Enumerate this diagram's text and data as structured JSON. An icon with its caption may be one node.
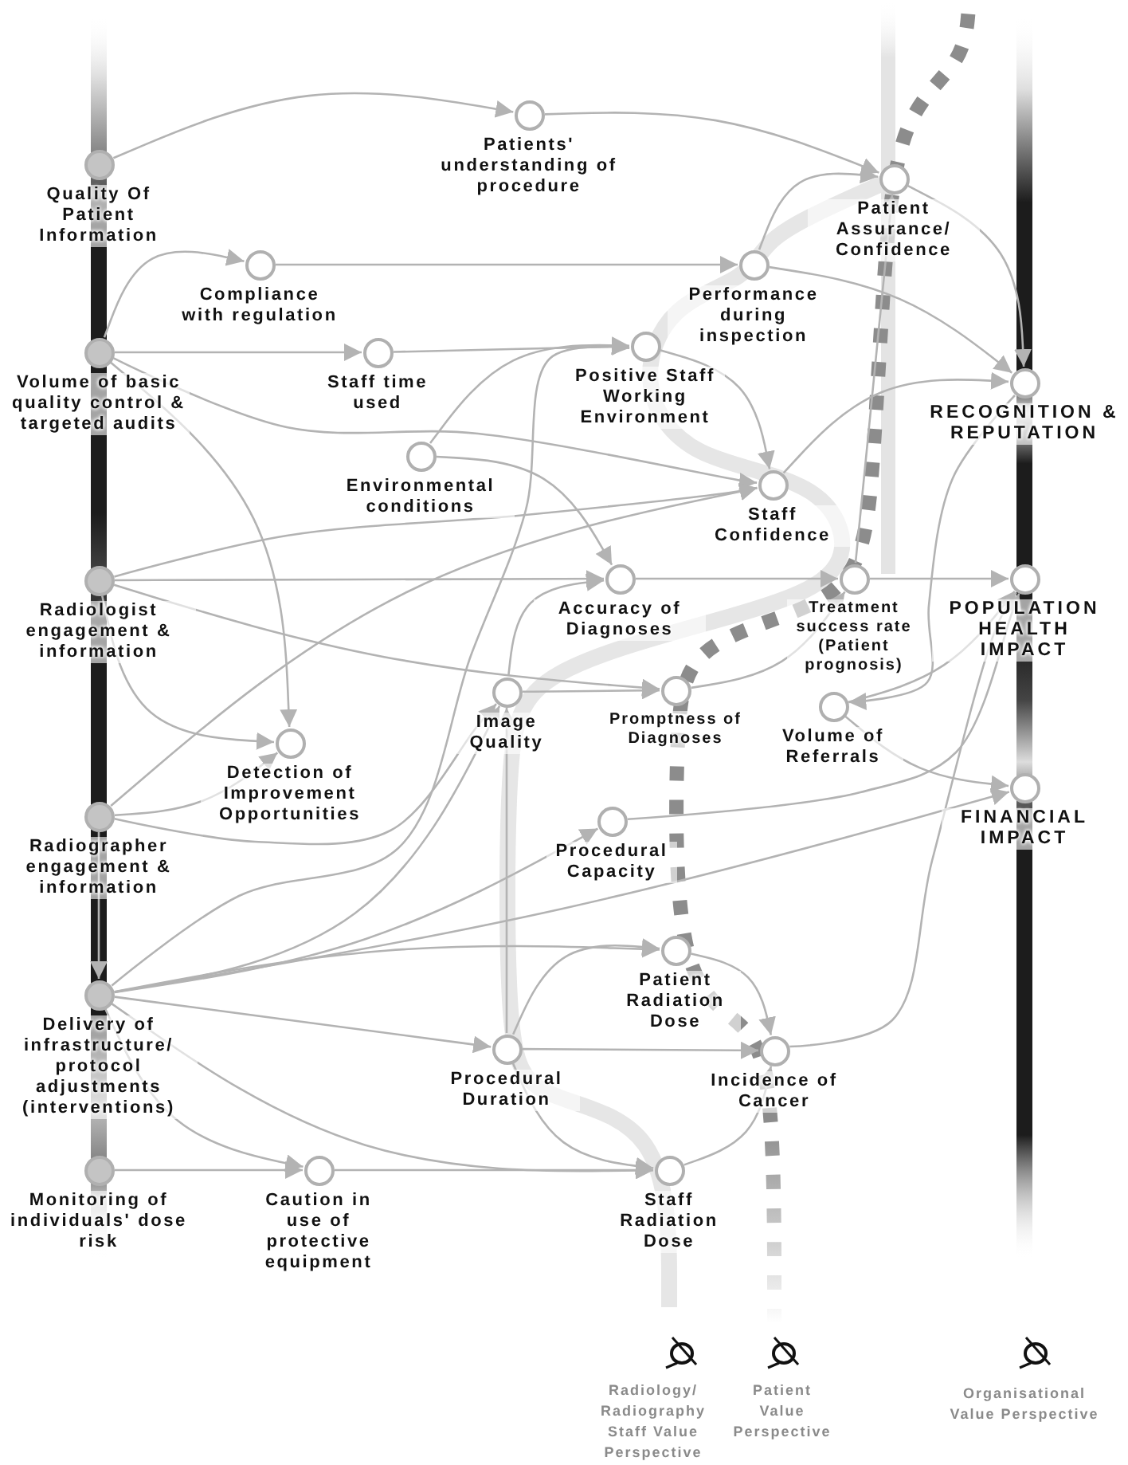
{
  "diagram": {
    "nodes": [
      {
        "text": [
          "Quality Of Patient Information"
        ]
      },
      {
        "text": [
          "Patients' understanding of procedure"
        ]
      },
      {
        "text": [
          "Patient Assurance/ Confidence"
        ]
      },
      {
        "text": [
          "Compliance with regulation"
        ]
      },
      {
        "text": [
          "Performance during inspection"
        ]
      },
      {
        "text": [
          "Volume of basic quality control & targeted audits"
        ]
      },
      {
        "text": [
          "Staff time used"
        ]
      },
      {
        "text": [
          "Positive Staff Working Environment"
        ]
      },
      {
        "text": [
          "RECOGNITION & REPUTATION"
        ]
      },
      {
        "text": [
          "Environmental conditions"
        ]
      },
      {
        "text": [
          "Staff Confidence"
        ]
      },
      {
        "text": [
          "Radiologist engagement & information"
        ]
      },
      {
        "text": [
          "Accuracy of Diagnoses"
        ]
      },
      {
        "text": [
          "Treatment success rate (Patient prognosis)"
        ]
      },
      {
        "text": [
          "POPULATION HEALTH IMPACT"
        ]
      },
      {
        "text": [
          "Image Quality"
        ]
      },
      {
        "text": [
          "Promptness of Diagnoses"
        ]
      },
      {
        "text": [
          "Volume of Referrals"
        ]
      },
      {
        "text": [
          "Detection of Improvement Opportunities"
        ]
      },
      {
        "text": [
          "Radiographer engagement & information"
        ]
      },
      {
        "text": [
          "FINANCIAL IMPACT"
        ]
      },
      {
        "text": [
          "Procedural Capacity"
        ]
      },
      {
        "text": [
          "Patient Radiation Dose"
        ]
      },
      {
        "text": [
          "Delivery of infrastructure/ protocol adjustments (interventions)"
        ]
      },
      {
        "text": [
          "Procedural Duration"
        ]
      },
      {
        "text": [
          "Incidence of Cancer"
        ]
      },
      {
        "text": [
          "Monitoring of individuals' dose risk"
        ]
      },
      {
        "text": [
          "Caution in use of protective equipment"
        ]
      },
      {
        "text": [
          "Staff Radiation Dose"
        ]
      }
    ],
    "edges": [
      {
        "from": 0,
        "to": 1,
        "arrow": "to"
      },
      {
        "from": 1,
        "to": 2,
        "arrow": "to"
      },
      {
        "from": 5,
        "to": 3,
        "arrow": "to"
      },
      {
        "from": 3,
        "to": 4,
        "arrow": "to"
      },
      {
        "from": 5,
        "to": 6,
        "arrow": "to"
      },
      {
        "from": 6,
        "to": 7,
        "arrow": "to"
      },
      {
        "from": 4,
        "to": 2,
        "arrow": "to"
      },
      {
        "from": 4,
        "to": 8,
        "arrow": "to"
      },
      {
        "from": 2,
        "to": 8,
        "arrow": "to"
      },
      {
        "from": 7,
        "to": 10,
        "arrow": "to"
      },
      {
        "from": 10,
        "to": 8,
        "arrow": "to"
      },
      {
        "from": 13,
        "to": 2,
        "arrow": "to"
      },
      {
        "from": 12,
        "to": 13,
        "arrow": "to"
      },
      {
        "from": 13,
        "to": 14,
        "arrow": "to"
      },
      {
        "from": 8,
        "to": 17,
        "arrow": "to"
      },
      {
        "from": 17,
        "to": 14,
        "arrow": "to"
      },
      {
        "from": 17,
        "to": 20,
        "arrow": "to"
      },
      {
        "from": 16,
        "to": 13,
        "arrow": "to"
      },
      {
        "from": 21,
        "to": 14,
        "arrow": "to"
      },
      {
        "from": 25,
        "to": 14,
        "arrow": "to"
      },
      {
        "from": 23,
        "to": 20,
        "arrow": "to"
      },
      {
        "from": 11,
        "to": 12,
        "arrow": "to"
      },
      {
        "from": 11,
        "to": 16,
        "arrow": "to"
      },
      {
        "from": 11,
        "to": 18,
        "arrow": "to"
      },
      {
        "from": 5,
        "to": 18,
        "arrow": "to"
      },
      {
        "from": 19,
        "to": 18,
        "arrow": "to"
      },
      {
        "from": 19,
        "to": 15,
        "arrow": "to"
      },
      {
        "from": 19,
        "to": 23,
        "arrow": "to"
      },
      {
        "from": 23,
        "to": 15,
        "arrow": "to"
      },
      {
        "from": 23,
        "to": 21,
        "arrow": "to"
      },
      {
        "from": 23,
        "to": 22,
        "arrow": "to"
      },
      {
        "from": 23,
        "to": 24,
        "arrow": "to"
      },
      {
        "from": 23,
        "to": 28,
        "arrow": "to"
      },
      {
        "from": 23,
        "to": 27,
        "arrow": "to"
      },
      {
        "from": 26,
        "to": 27,
        "arrow": "to"
      },
      {
        "from": 27,
        "to": 28,
        "arrow": "to"
      },
      {
        "from": 24,
        "to": 28,
        "arrow": "to"
      },
      {
        "from": 24,
        "to": 25,
        "arrow": "to"
      },
      {
        "from": 22,
        "to": 25,
        "arrow": "to"
      },
      {
        "from": 28,
        "to": 25,
        "arrow": "to"
      },
      {
        "from": 9,
        "to": 12,
        "arrow": "to"
      },
      {
        "from": 9,
        "to": 7,
        "arrow": "to"
      },
      {
        "from": 15,
        "to": 12,
        "arrow": "to"
      },
      {
        "from": 15,
        "to": 16,
        "arrow": "to"
      },
      {
        "from": 5,
        "to": 10,
        "arrow": "to"
      },
      {
        "from": 11,
        "to": 10,
        "arrow": "to"
      },
      {
        "from": 19,
        "to": 10,
        "arrow": "to"
      },
      {
        "from": 23,
        "to": 7,
        "arrow": "to"
      },
      {
        "from": 24,
        "to": 15,
        "arrow": "to"
      },
      {
        "from": 24,
        "to": 22,
        "arrow": "to"
      }
    ],
    "labels": [
      "Radiology/ Radiography Staff Value Perspective",
      "Patient Value Perspective",
      "Organisational Value Perspective"
    ]
  }
}
